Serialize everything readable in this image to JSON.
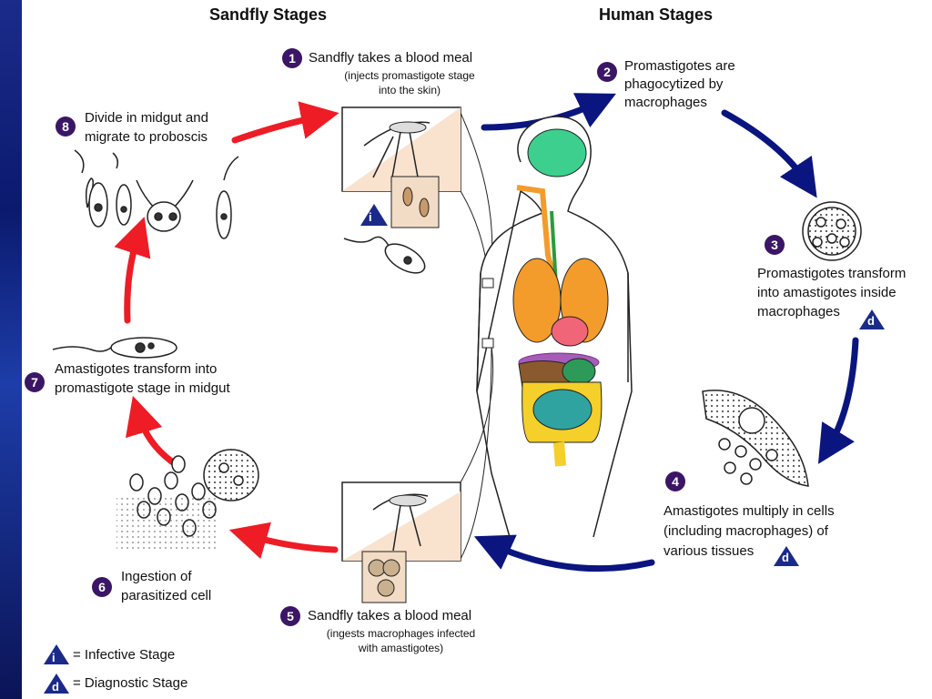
{
  "headers": {
    "sandfly": "Sandfly Stages",
    "human": "Human Stages"
  },
  "steps": [
    {
      "n": "1",
      "lines": [
        "Sandfly takes a blood meal"
      ],
      "sub": [
        "(injects promastigote stage",
        "into the skin)"
      ]
    },
    {
      "n": "2",
      "lines": [
        "Promastigotes are",
        "phagocytized by",
        "macrophages"
      ]
    },
    {
      "n": "3",
      "lines": [
        "Promastigotes transform",
        "into amastigotes inside",
        "macrophages"
      ]
    },
    {
      "n": "4",
      "lines": [
        "Amastigotes multiply in cells",
        "(including macrophages) of",
        "various tissues"
      ]
    },
    {
      "n": "5",
      "lines": [
        "Sandfly takes a blood meal"
      ],
      "sub": [
        "(ingests macrophages infected",
        "with amastigotes)"
      ]
    },
    {
      "n": "6",
      "lines": [
        "Ingestion of",
        "parasitized cell"
      ]
    },
    {
      "n": "7",
      "lines": [
        "Amastigotes transform into",
        "promastigote stage in midgut"
      ]
    },
    {
      "n": "8",
      "lines": [
        "Divide in midgut and",
        "migrate to proboscis"
      ]
    }
  ],
  "legend": {
    "infective_symbol": "i",
    "infective_label": "= Infective Stage",
    "diagnostic_symbol": "d",
    "diagnostic_label": "= Diagnostic Stage"
  },
  "colors": {
    "sandfly_arrows": "#ee1c25",
    "human_arrows": "#0b1580",
    "step_circle": "#3b1566",
    "marker_triangle": "#1a2a8a",
    "background": "#0b1457"
  }
}
